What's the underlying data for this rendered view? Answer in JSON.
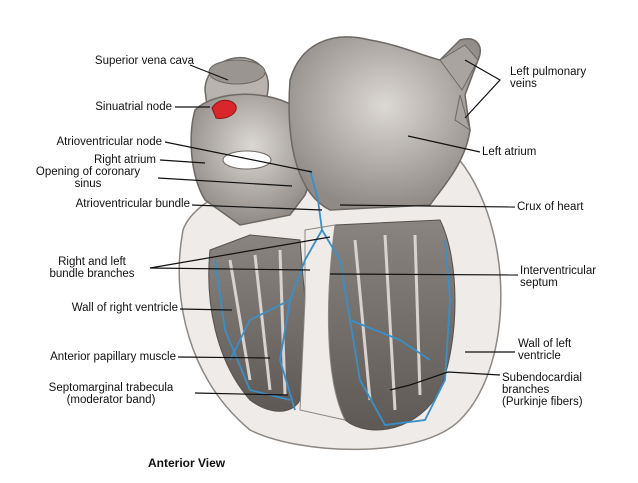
{
  "diagram": {
    "labels": {
      "svc": "Superior vena cava",
      "sa_node": "Sinuatrial node",
      "av_node": "Atrioventricular node",
      "right_atrium": "Right atrium",
      "coronary_1": "Opening of coronary",
      "coronary_2": "sinus",
      "av_bundle": "Atrioventricular bundle",
      "bundle_1": "Right and left",
      "bundle_2": "bundle branches",
      "wall_rv": "Wall of right ventricle",
      "papillary": "Anterior papillary muscle",
      "septomarginal_1": "Septomarginal trabecula",
      "septomarginal_2": "(moderator band)",
      "pulm_1": "Left pulmonary",
      "pulm_2": "veins",
      "left_atrium": "Left atrium",
      "crux": "Crux of heart",
      "ivs_1": "Interventricular",
      "ivs_2": "septum",
      "wall_lv_1": "Wall of left",
      "wall_lv_2": "ventricle",
      "sub_1": "Subendocardial",
      "sub_2": "branches",
      "sub_3": "(Purkinje fibers)"
    },
    "view_title": "Anterior View",
    "colors": {
      "conduction": "#3a8fc9",
      "sa_node": "#d8262a",
      "tissue_light": "#ece9e6",
      "tissue_mid": "#b9b5b1",
      "cavity": "#6f6a66"
    }
  }
}
